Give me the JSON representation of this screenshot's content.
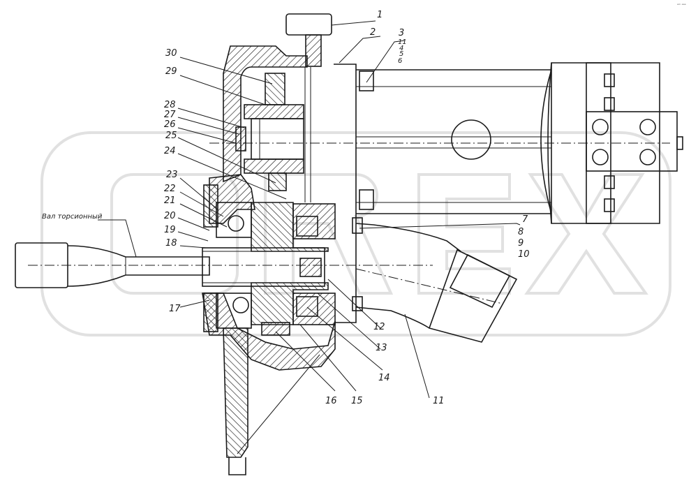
{
  "corner_mark": "ᵃᵐ ᵃᵃᵃ",
  "shaft_caption": "Вал торсионный",
  "callouts": {
    "c1": "1",
    "c2": "2",
    "c3": "3",
    "c3_stack": [
      "11",
      "4",
      "5",
      "6"
    ],
    "c7_stack": [
      "7",
      "8",
      "9",
      "10"
    ],
    "c11": "11",
    "c12": "12",
    "c13": "13",
    "c14": "14",
    "c15": "15",
    "c16": "16",
    "c17": "17",
    "c18": "18",
    "c19": "19",
    "c20": "20",
    "c21": "21",
    "c22": "22",
    "c23": "23",
    "c24": "24",
    "c25": "25",
    "c26": "26",
    "c27": "27",
    "c28": "28",
    "c29": "29",
    "c30": "30"
  }
}
